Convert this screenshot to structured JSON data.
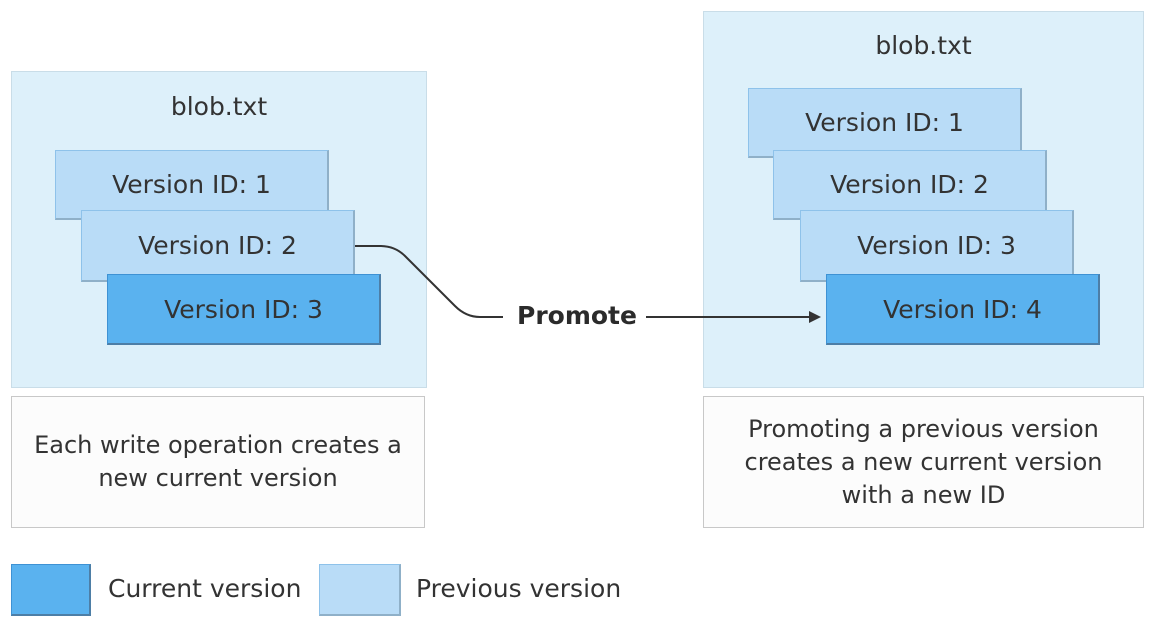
{
  "colors": {
    "panel_bg": "#ddf0fa",
    "current_version": "#5ab2ef",
    "previous_version": "#b9dcf7",
    "caption_bg": "#fcfcfc",
    "connector": "#333333"
  },
  "left_panel": {
    "title": "blob.txt",
    "versions": [
      {
        "label": "Version ID: 1",
        "state": "previous"
      },
      {
        "label": "Version ID: 2",
        "state": "previous"
      },
      {
        "label": "Version ID: 3",
        "state": "current"
      }
    ],
    "caption": "Each write operation creates a new current version"
  },
  "right_panel": {
    "title": "blob.txt",
    "versions": [
      {
        "label": "Version ID: 1",
        "state": "previous"
      },
      {
        "label": "Version ID: 2",
        "state": "previous"
      },
      {
        "label": "Version ID: 3",
        "state": "previous"
      },
      {
        "label": "Version ID: 4",
        "state": "current"
      }
    ],
    "caption": "Promoting a previous version creates a new current version with a new ID"
  },
  "connector": {
    "label": "Promote",
    "icon": "arrow-right-icon"
  },
  "legend": {
    "current_label": "Current version",
    "previous_label": "Previous version"
  }
}
